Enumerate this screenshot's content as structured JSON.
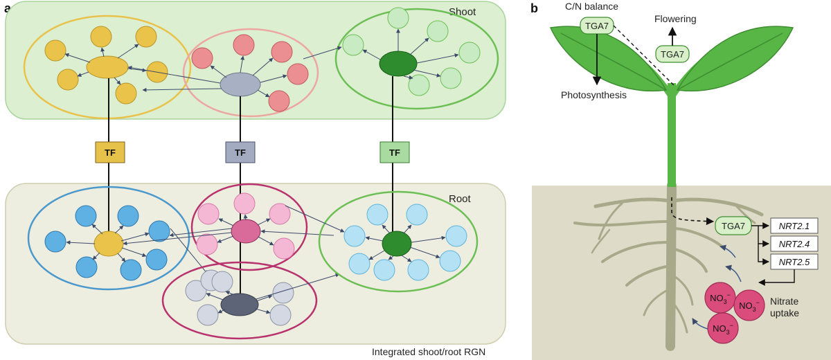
{
  "panel_a": {
    "letter": "a",
    "shoot_label": "Shoot",
    "root_label": "Root",
    "integrated_label": "Integrated shoot/root RGN",
    "tf_label": "TF",
    "colors": {
      "shoot_bg": "#dcefd1",
      "root_bg": "#eeeee0",
      "yellow": "#e9c34a",
      "yellow_ring": "#e8c24a",
      "gray_hub": "#a8b0c3",
      "red": "#ec8f92",
      "red_ring": "#eca7a2",
      "green_dark": "#2e8b2e",
      "green_light": "#c9ebc3",
      "green_ring": "#6dbf55",
      "blue": "#5fb0e3",
      "blue_ring": "#4a98cc",
      "pink": "#f4b8d4",
      "magenta_ring": "#b8336d",
      "magenta_hub": "#d96b9a",
      "light_blue": "#b5e1f5",
      "slate_hub": "#5d6478",
      "gray_node": "#d3d8e2"
    }
  },
  "panel_b": {
    "letter": "b",
    "cn_balance": "C/N balance",
    "flowering": "Flowering",
    "photosynthesis": "Photosynthesis",
    "tga7": "TGA7",
    "genes": [
      "NRT2.1",
      "NRT2.4",
      "NRT2.5"
    ],
    "nitrate": "NO",
    "nitrate_uptake_1": "Nitrate",
    "nitrate_uptake_2": "uptake",
    "colors": {
      "leaf": "#57b646",
      "soil": "#dedbc8",
      "root": "#a8a88a",
      "ion": "#d94c7c",
      "tga_fill": "#d8efc9"
    }
  }
}
